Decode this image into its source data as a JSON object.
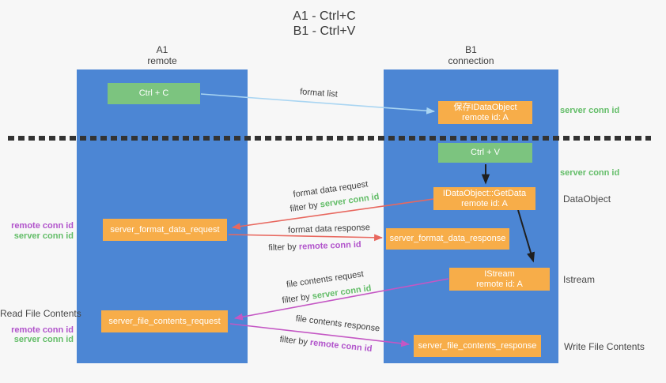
{
  "title": {
    "line1": "A1 - Ctrl+C",
    "line2": "B1 - Ctrl+V"
  },
  "lifelines": {
    "left": {
      "name": "A1",
      "role": "remote"
    },
    "right": {
      "name": "B1",
      "role": "connection"
    }
  },
  "nodes": {
    "ctrl_c": {
      "label": "Ctrl + C"
    },
    "ctrl_v": {
      "label": "Ctrl + V"
    },
    "save_idataobject": {
      "line1": "保存IDataObject",
      "line2": "remote id: A"
    },
    "getdata": {
      "line1": "IDataObject::GetData",
      "line2": "remote id: A"
    },
    "istream": {
      "line1": "IStream",
      "line2": "remote id: A"
    },
    "format_request": {
      "label": "server_format_data_request"
    },
    "format_response": {
      "label": "server_format_data_response"
    },
    "file_request": {
      "label": "server_file_contents_request"
    },
    "file_response": {
      "label": "server_file_contents_response"
    }
  },
  "side_labels": {
    "server_conn_top": "server conn id",
    "server_conn_mid": "server conn id",
    "dataobject": "DataObject",
    "istream": "Istream",
    "write_file_contents": "Write File Contents",
    "read_file_contents": "Read File Contents",
    "left_remote_conn_1": "remote conn id",
    "left_server_conn_1": "server conn id",
    "left_remote_conn_2": "remote conn id",
    "left_server_conn_2": "server conn id"
  },
  "arrow_labels": {
    "format_list": "format list",
    "format_data_request": "format data request",
    "filter_server_1": {
      "prefix": "filter by",
      "value": "server conn id"
    },
    "format_data_response": "format data response",
    "filter_remote_1": {
      "prefix": "filter by",
      "value": "remote conn id"
    },
    "file_contents_request": "file contents request",
    "filter_server_2": {
      "prefix": "filter by",
      "value": "server conn id"
    },
    "file_contents_response": "file contents response",
    "filter_remote_2": {
      "prefix": "filter by",
      "value": "remote conn id"
    }
  },
  "colors": {
    "lifeline_blue": "#4c86d4",
    "action_green": "#7cc47f",
    "message_orange": "#f7ad49",
    "server_conn_green": "#63bd68",
    "remote_conn_purple": "#b153cb",
    "format_arrow_red": "#e8685f",
    "file_arrow_magenta": "#c457c4",
    "format_list_blue": "#a9d5f2",
    "black_arrow": "#1f1f1f",
    "background": "#f7f7f7"
  }
}
